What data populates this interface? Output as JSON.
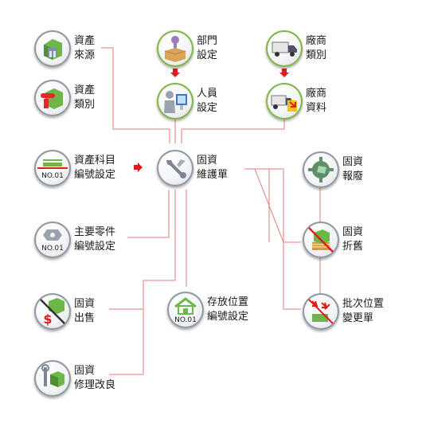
{
  "nodes": {
    "asset_source": {
      "line1": "資產",
      "line2": "來源"
    },
    "asset_category": {
      "line1": "資產",
      "line2": "類別"
    },
    "dept_setting": {
      "line1": "部門",
      "line2": "設定"
    },
    "staff_setting": {
      "line1": "人員",
      "line2": "設定"
    },
    "vendor_category": {
      "line1": "廠商",
      "line2": "類別"
    },
    "vendor_data": {
      "line1": "廠商",
      "line2": "資料"
    },
    "account_code": {
      "line1": "資產科目",
      "line2": "編號設定",
      "badge": "NO.01"
    },
    "maintenance": {
      "line1": "固資",
      "line2": "維護單"
    },
    "scrap": {
      "line1": "固資",
      "line2": "報廢"
    },
    "parts_code": {
      "line1": "主要零件",
      "line2": "編號設定",
      "badge": "NO.01"
    },
    "depreciation": {
      "line1": "固資",
      "line2": "折舊"
    },
    "sale": {
      "line1": "固資",
      "line2": "出售"
    },
    "location_code": {
      "line1": "存放位置",
      "line2": "編號設定",
      "badge": "NO.01"
    },
    "batch_location": {
      "line1": "批次位置",
      "line2": "變更單"
    },
    "repair": {
      "line1": "固資",
      "line2": "修理改良"
    }
  },
  "colors": {
    "line": "#e57a7a",
    "arrow": "#e11b1b",
    "ring_gray": "#8f98a3",
    "ring_green": "#7fb742"
  }
}
